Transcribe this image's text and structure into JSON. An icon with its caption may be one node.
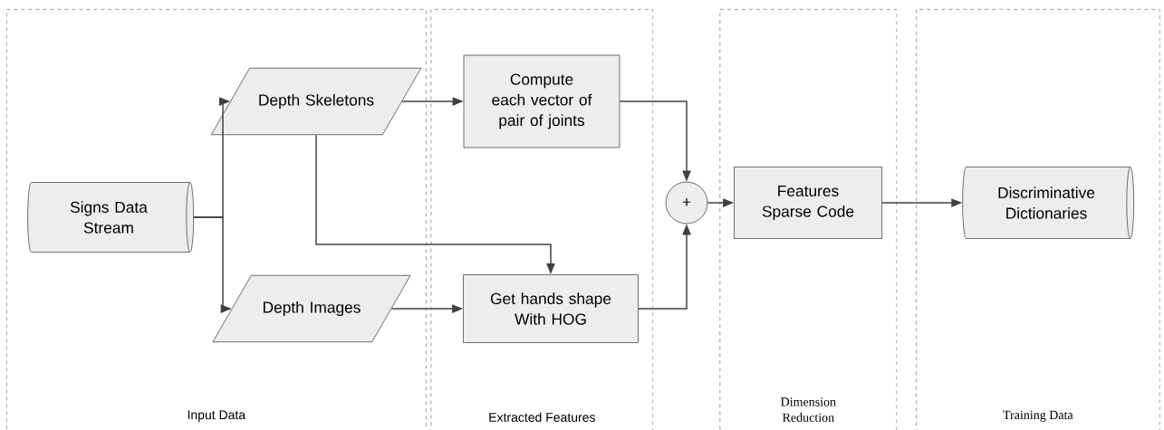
{
  "diagram": {
    "nodes": [
      {
        "text": [
          "Input Data"
        ]
      },
      {
        "text": [
          "Signs Data Stream"
        ],
        "in": 0
      },
      {
        "text": [
          "Depth Skeletons"
        ],
        "in": 0
      },
      {
        "text": [
          "Depth Images"
        ],
        "in": 0
      },
      {
        "text": [
          "Extracted Features"
        ]
      },
      {
        "text": [
          "Compute each vector of pair of joints"
        ],
        "in": 4
      },
      {
        "text": [
          "Get hands shape With HOG"
        ],
        "in": 4
      },
      {
        "text": [
          "+"
        ]
      },
      {
        "text": [
          "Dimension Reduction"
        ]
      },
      {
        "text": [
          "Features Sparse Code"
        ],
        "in": 8
      },
      {
        "text": [
          "Training Data"
        ]
      },
      {
        "text": [
          "Discriminative Dictionaries"
        ],
        "in": 10
      }
    ],
    "edges": [
      {
        "from": 1,
        "to": 2,
        "arrow": "to"
      },
      {
        "from": 1,
        "to": 3,
        "arrow": "to"
      },
      {
        "from": 2,
        "to": 5,
        "arrow": "to"
      },
      {
        "from": 2,
        "to": 6,
        "arrow": "to"
      },
      {
        "from": 3,
        "to": 6,
        "arrow": "to"
      },
      {
        "from": 5,
        "to": 7,
        "arrow": "to"
      },
      {
        "from": 6,
        "to": 7,
        "arrow": "to"
      },
      {
        "from": 7,
        "to": 9,
        "arrow": "to"
      },
      {
        "from": 9,
        "to": 11,
        "arrow": "to"
      }
    ]
  }
}
